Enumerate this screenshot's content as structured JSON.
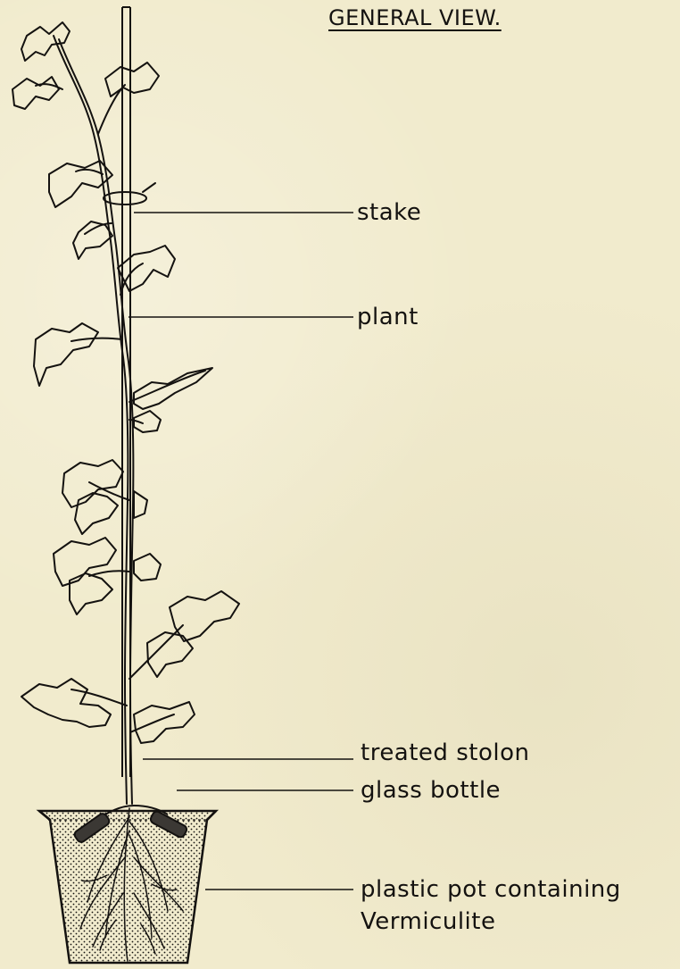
{
  "title": "GENERAL VIEW.",
  "labels": {
    "stake": "stake",
    "plant": "plant",
    "treated_stolon": "treated stolon",
    "glass_bottle": "glass bottle",
    "pot_line1": "plastic pot containing",
    "pot_line2": "Vermiculite"
  },
  "colors": {
    "paper": "#f1ebcd",
    "ink": "#141210"
  }
}
